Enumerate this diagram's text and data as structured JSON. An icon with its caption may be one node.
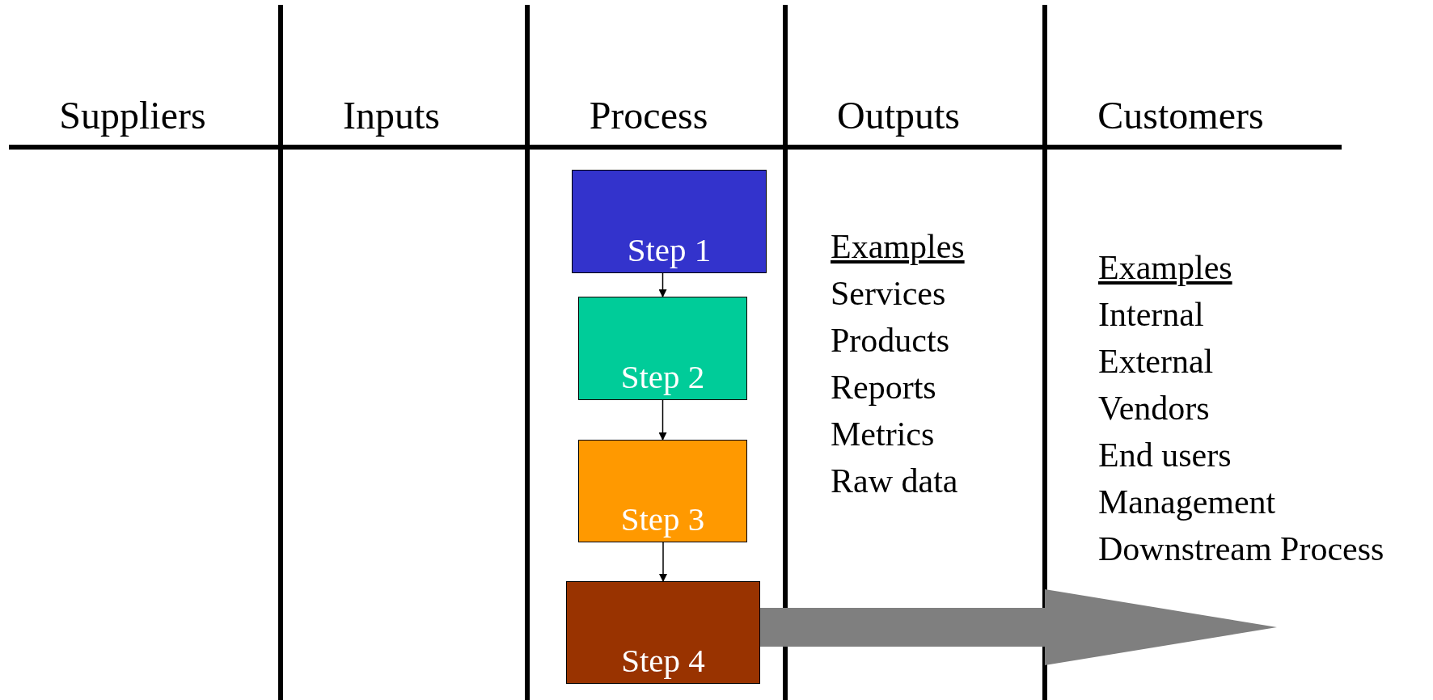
{
  "diagram": {
    "nodes": [
      {
        "text": [
          "Step 1"
        ]
      },
      {
        "text": [
          "Step 2"
        ]
      },
      {
        "text": [
          "Step 3"
        ]
      },
      {
        "text": [
          "Step 4"
        ]
      }
    ],
    "edges": [
      {
        "from": 0,
        "to": 1,
        "arrow": "to"
      },
      {
        "from": 1,
        "to": 2,
        "arrow": "to"
      },
      {
        "from": 2,
        "to": 3,
        "arrow": "to"
      },
      {
        "from": 3,
        "to": null,
        "arrow": "to",
        "style": "thick",
        "color": "#7f7f7f"
      }
    ],
    "labels": [
      "Suppliers",
      "Inputs",
      "Process",
      "Outputs",
      "Customers",
      "Examples",
      "Services",
      "Products",
      "Reports",
      "Metrics",
      "Raw data",
      "Examples",
      "Internal",
      "External",
      "Vendors",
      "End users",
      "Management",
      "Downstream Process"
    ]
  }
}
